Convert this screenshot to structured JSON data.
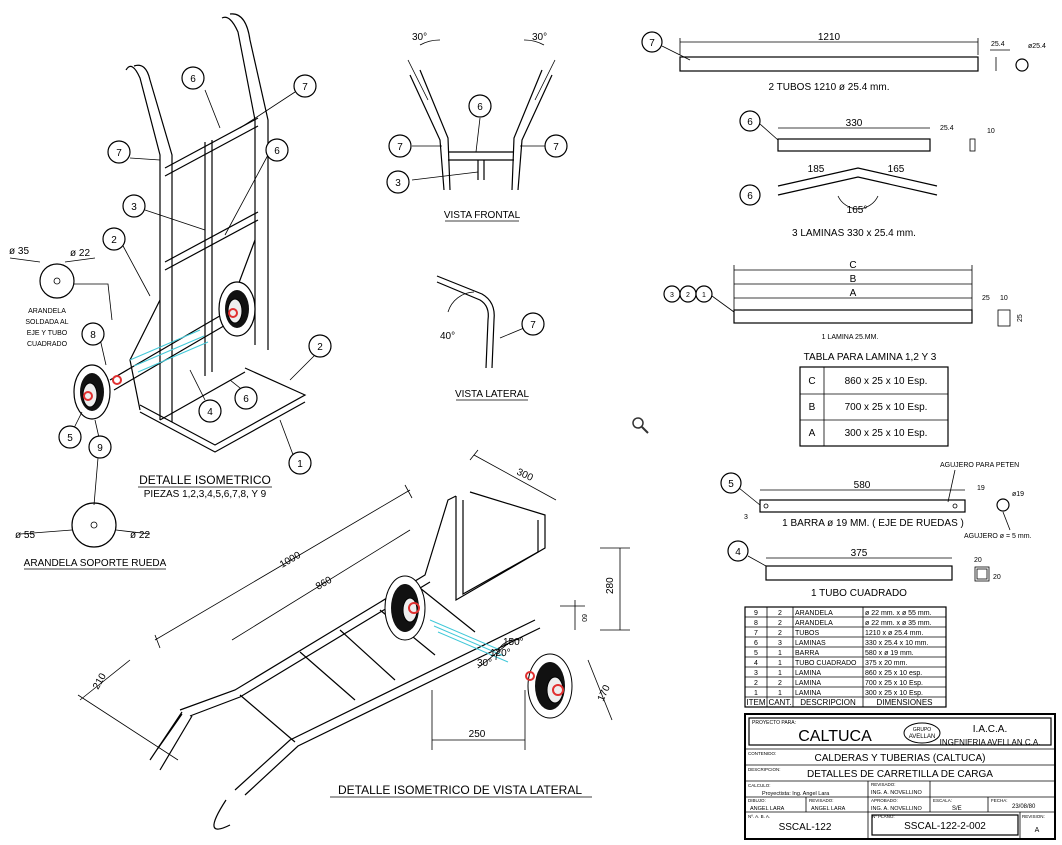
{
  "colors": {
    "accent_red": "#e03030",
    "hatch_cyan": "#40c8d8"
  },
  "labels": {
    "vista_frontal": "VISTA FRONTAL",
    "vista_lateral": "VISTA LATERAL",
    "detalle_iso": "DETALLE ISOMETRICO",
    "piezas": "PIEZAS 1,2,3,4,5,6,7,8, Y 9",
    "arandela_soldada": [
      "ARANDELA",
      "SOLDADA AL",
      "EJE Y TUBO",
      "CUADRADO"
    ],
    "arandela_soporte": "ARANDELA SOPORTE RUEDA",
    "detalle_iso_lateral": "DETALLE ISOMETRICO DE VISTA LATERAL"
  },
  "dims": {
    "d35": "ø 35",
    "d22a": "ø 22",
    "d55": "ø 55",
    "d22b": "ø 22",
    "a30l": "30°",
    "a30r": "30°",
    "a40": "40°",
    "l1000": "1000",
    "l860": "860",
    "l210": "210",
    "l300": "300",
    "l280": "280",
    "l60": "60",
    "a150": "150°",
    "a120": "120°",
    "a30c": "30°",
    "l250": "250",
    "l170": "170"
  },
  "parts": {
    "p7": {
      "len": "1210",
      "d": "25.4",
      "dia": "ø25.4",
      "caption": "2 TUBOS 1210 ø 25.4 mm."
    },
    "p6": {
      "len": "330",
      "d": "25.4",
      "t": "10",
      "left": "185",
      "right": "165",
      "ang": "165°",
      "caption": "3 LAMINAS 330 x 25.4 mm."
    },
    "p321": {
      "c": "C",
      "b": "B",
      "a": "A",
      "w": "25",
      "t": "10",
      "h": "25",
      "caption": "1 LAMINA 25.MM."
    },
    "p5": {
      "hole_note": "AGUJERO PARA PETEN",
      "len": "580",
      "e": "19",
      "dia": "ø19",
      "off": "3",
      "caption": "1 BARRA ø 19 MM. ( EJE DE RUEDAS )",
      "hole": "AGUJERO ø = 5 mm."
    },
    "p4": {
      "len": "375",
      "a": "20",
      "b": "20",
      "caption": "1 TUBO CUADRADO"
    }
  },
  "lamina_table": {
    "title": "TABLA PARA LAMINA 1,2 Y 3",
    "rows": [
      {
        "id": "C",
        "value": "860 x 25 x 10 Esp."
      },
      {
        "id": "B",
        "value": "700 x 25 x 10 Esp."
      },
      {
        "id": "A",
        "value": "300 x 25 x 10 Esp."
      }
    ]
  },
  "bom": {
    "headers": [
      "ITEM",
      "CANT.",
      "DESCRIPCION",
      "DIMENSIONES"
    ],
    "rows": [
      [
        "9",
        "2",
        "ARANDELA",
        "ø 22 mm. x ø 55 mm."
      ],
      [
        "8",
        "2",
        "ARANDELA",
        "ø 22 mm. x ø 35 mm."
      ],
      [
        "7",
        "2",
        "TUBOS",
        "1210 x ø 25.4 mm."
      ],
      [
        "6",
        "3",
        "LAMINAS",
        "330 x 25.4 x 10 mm."
      ],
      [
        "5",
        "1",
        "BARRA",
        "580 x ø 19 mm."
      ],
      [
        "4",
        "1",
        "TUBO CUADRADO",
        "375 x 20 mm."
      ],
      [
        "3",
        "1",
        "LAMINA",
        "860 x 25 x 10 esp."
      ],
      [
        "2",
        "2",
        "LAMINA",
        "700 x 25 x 10 Esp."
      ],
      [
        "1",
        "1",
        "LAMINA",
        "300 x 25 x 10 Esp."
      ]
    ]
  },
  "title_block": {
    "project_label": "PROYECTO PARA:",
    "project": "CALTUCA",
    "logo_top": "GRUPO",
    "logo_bottom": "AVELLAN",
    "company_abbr": "I.A.C.A.",
    "company": "INGENIERIA AVELLAN C.A.",
    "client_label": "CONTENIDO:",
    "client": "CALDERAS Y TUBERIAS (CALTUCA)",
    "desc_label": "DESCRIPCION:",
    "desc": "DETALLES DE CARRETILLA DE CARGA",
    "calc_label": "CALCULO:",
    "calc": "Proyectista: Ing. Angel Lara",
    "rev_label": "REVISADO:",
    "rev": "ING. A. NOVELLINO",
    "dibujo_label": "DIBUJO:",
    "dibujo": "ANGEL LARA",
    "reviso_label": "REVISADO:",
    "reviso": "ANGEL LARA",
    "aprob_label": "APROBADO:",
    "aprob": "ING. A. NOVELLINO",
    "escala_label": "ESCALA:",
    "escala": "S/E",
    "fecha_label": "FECHA:",
    "fecha": "23/08/80",
    "num_label": "Nº. A. B. A.",
    "num": "SSCAL-122",
    "plano_label": "Nº PLANO:",
    "plano": "SSCAL-122-2-002",
    "revision_label": "REVISION:",
    "revision": "A"
  }
}
